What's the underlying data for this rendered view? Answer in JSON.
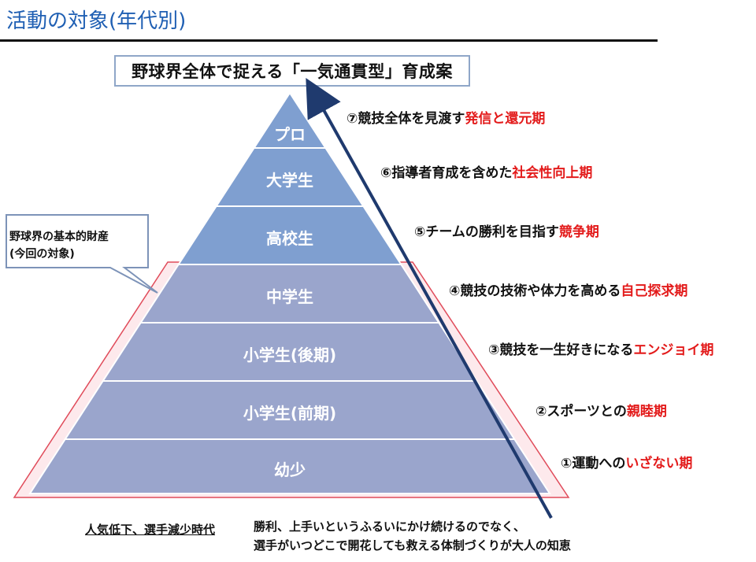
{
  "title": "活動の対象(年代別)",
  "header": "野球界全体で捉える「一気通貫型」育成案",
  "callout": {
    "line1": "野球界の基本的財産",
    "line2": "(今回の対象)"
  },
  "tiers": [
    "プロ",
    "大学生",
    "高校生",
    "中学生",
    "小学生(後期)",
    "小学生(前期)",
    "幼少"
  ],
  "phases": [
    {
      "pre": "⑦競技全体を見渡す",
      "hl": "発信と還元期"
    },
    {
      "pre": "⑥指導者育成を含めた",
      "hl": "社会性向上期"
    },
    {
      "pre": "⑤チームの勝利を目指す",
      "hl": "競争期"
    },
    {
      "pre": "④競技の技術や体力を高める",
      "hl": "自己探求期"
    },
    {
      "pre": "③競技を一生好きになる",
      "hl": "エンジョイ期"
    },
    {
      "pre": "②スポーツとの",
      "hl": "親睦期"
    },
    {
      "pre": "①運動への",
      "hl": "いざない期"
    }
  ],
  "footer": {
    "left": "人気低下、選手減少時代",
    "right_line1": "勝利、上手いというふるいにかけ続けるのでなく、",
    "right_line2": "選手がいつどこで開花しても救える体制づくりが大人の知恵"
  },
  "colors": {
    "title": "#1f5fb3",
    "tier_top": "#7f9fd0",
    "tier_bottom": "#9aa5cc",
    "highlight": "#e31b1b",
    "arrow": "#1f3a6e",
    "red_outline": "#e04b5a"
  }
}
